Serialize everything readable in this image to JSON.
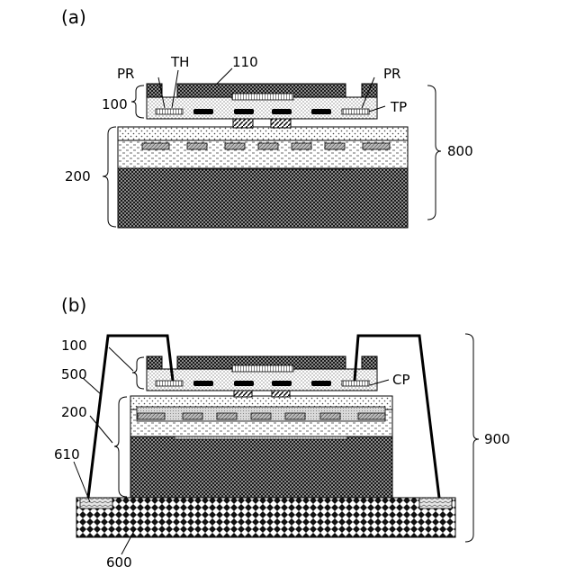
{
  "panel_a": {
    "title": "(a)",
    "labels": {
      "pr_left": "PR",
      "th": "TH",
      "l110": "110",
      "pr_right": "PR",
      "l100": "100",
      "tp": "TP",
      "l800": "800",
      "l200": "200"
    }
  },
  "panel_b": {
    "title": "(b)",
    "labels": {
      "l100": "100",
      "l500": "500",
      "cp": "CP",
      "l200": "200",
      "l900": "900",
      "l610": "610",
      "l600": "600"
    }
  }
}
